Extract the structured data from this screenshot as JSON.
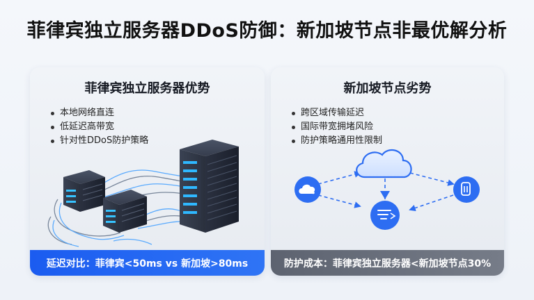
{
  "title": "菲律宾独立服务器DDoS防御：新加坡节点非最优解分析",
  "left_panel": {
    "title": "菲律宾独立服务器优势",
    "bullets": [
      "本地网络直连",
      "低延迟高带宽",
      "针对性DDoS防护策略"
    ],
    "bar_text": "延迟对比：菲律宾<50ms vs 新加坡>80ms",
    "bar_color": "#1b5cf0"
  },
  "right_panel": {
    "title": "新加坡节点劣势",
    "bullets": [
      "跨区域传输延迟",
      "国际带宽拥堵风险",
      "防护策略通用性限制"
    ],
    "bar_text": "防护成本：菲律宾独立服务器<新加坡节点30%",
    "bar_color": "#5d6370",
    "icons": [
      "cloud-icon",
      "shield-filter-icon",
      "server-shield-icon"
    ]
  }
}
